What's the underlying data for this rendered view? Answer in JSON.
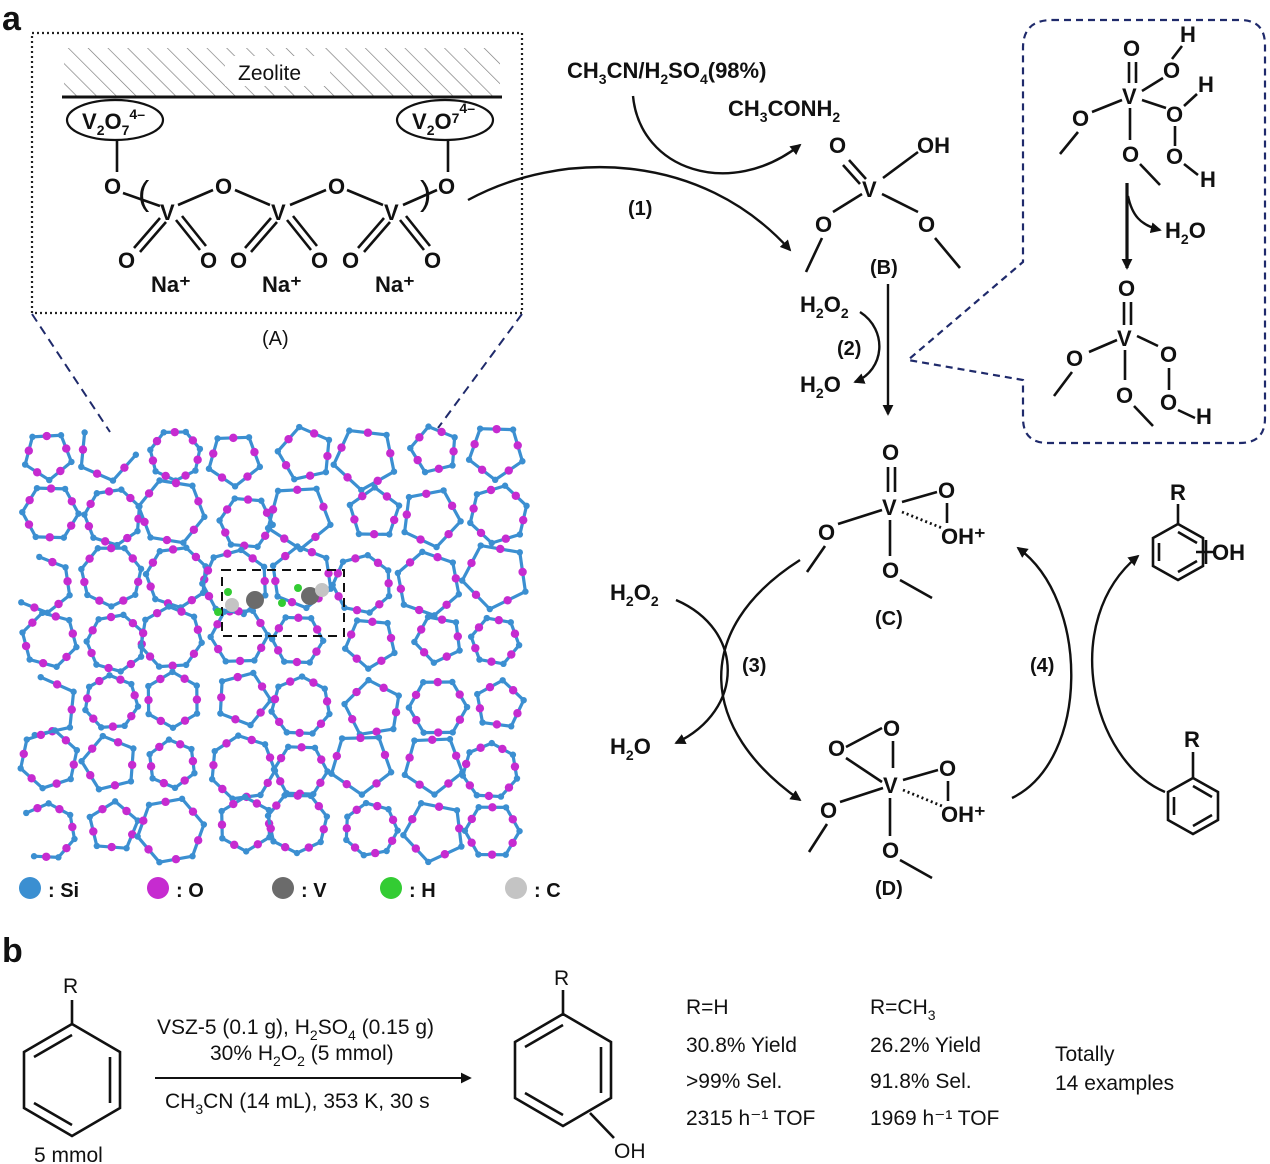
{
  "panel_labels": {
    "a": "a",
    "b": "b"
  },
  "panel_a": {
    "zeolite_label": "Zeolite",
    "anchor_left": {
      "main": "V",
      "sub1": "2",
      "mid": "O",
      "sub2": "7",
      "sup": "4–"
    },
    "anchor_right": {
      "main": "V",
      "sub1": "2",
      "mid": "O",
      "sub2": "7",
      "sup": "4–"
    },
    "na_labels": [
      "Na⁺",
      "Na⁺",
      "Na⁺"
    ],
    "species_A_label": "(A)",
    "species_B_label": "(B)",
    "species_C_label": "(C)",
    "species_D_label": "(D)",
    "reagent_1": {
      "t1": "CH",
      "s1": "3",
      "t2": "CN/H",
      "s2": "2",
      "t3": "SO",
      "s3": "4",
      "t4": "(98%)"
    },
    "byproduct_1": {
      "t1": "CH",
      "s1": "3",
      "t2": "CONH",
      "s2": "2"
    },
    "step_labels": [
      "(1)",
      "(2)",
      "(3)",
      "(4)"
    ],
    "h2o2": {
      "main": "H",
      "sub": "2",
      "rest": "O",
      "sub2": "2"
    },
    "h2o": {
      "main": "H",
      "sub": "2",
      "rest": "O"
    },
    "oh_plus": "OH⁺",
    "oh": "OH",
    "substituent_R": "R",
    "legend": [
      {
        "label": ": Si",
        "color": "#3b8fd1"
      },
      {
        "label": ": O",
        "color": "#c62bd0"
      },
      {
        "label": ": V",
        "color": "#6b6b6b"
      },
      {
        "label": ": H",
        "color": "#33cc33"
      },
      {
        "label": ": C",
        "color": "#c4c4c4"
      }
    ],
    "colors": {
      "si": "#3b8fd1",
      "o": "#c62bd0",
      "dash": "#1f2a6b"
    }
  },
  "panel_b": {
    "reactant_R": "R",
    "reactant_amount": "5 mmol",
    "product_R": "R",
    "product_OH": "OH",
    "condition_line1": {
      "t1": "VSZ-5 (0.1 g), H",
      "s1": "2",
      "t2": "SO",
      "s2": "4",
      "t3": " (0.15 g)"
    },
    "condition_line2": {
      "t1": "30% H",
      "s1": "2",
      "t2": "O",
      "s2": "2",
      "t3": " (5 mmol)"
    },
    "condition_line3": {
      "t1": "CH",
      "s1": "3",
      "t2": "CN (14 mL), 353 K, 30 s"
    },
    "results": [
      {
        "header": "R=H",
        "header_sub": "",
        "yield": "30.8% Yield",
        "sel": ">99% Sel.",
        "tof": "2315 h⁻¹ TOF"
      },
      {
        "header": "R=CH",
        "header_sub": "3",
        "yield": "26.2% Yield",
        "sel": "91.8% Sel.",
        "tof": "1969 h⁻¹ TOF"
      }
    ],
    "summary_line1": "Totally",
    "summary_line2": "14 examples"
  }
}
